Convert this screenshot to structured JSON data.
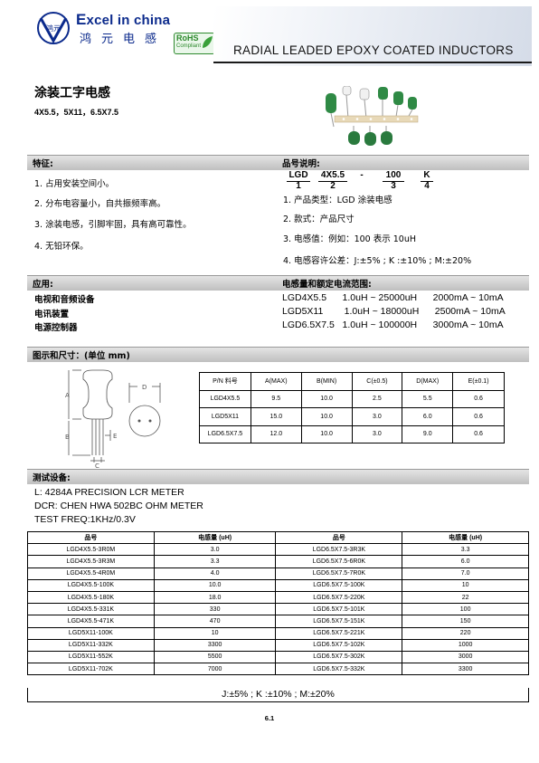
{
  "header": {
    "brand_excel": "E",
    "brand_rest": "xcel in china",
    "brand_cn": "鸿元电感",
    "logo_text": "鸿元",
    "rohs_line1": "RoHS",
    "rohs_line2": "Compliant",
    "title": "RADIAL LEADED EPOXY COATED INDUCTORS"
  },
  "product": {
    "title": "涂装工字电感",
    "sizes": "4X5.5，5X11，6.5X7.5"
  },
  "features": {
    "heading": "特征:",
    "items": [
      "1. 占用安装空间小。",
      "2. 分布电容量小，自共振频率高。",
      "3. 涂装电感，引脚牢固，具有高可靠性。",
      "4. 无铅环保。"
    ]
  },
  "part_number": {
    "heading": "品号说明:",
    "codes": [
      "LGD",
      "4X5.5",
      "-",
      "100",
      "K"
    ],
    "subs": [
      "1",
      "2",
      "3",
      "4"
    ],
    "items": [
      "1. 产品类型：LGD 涂装电感",
      "2. 款式：产品尺寸",
      "3. 电感值：例如：100 表示  10uH",
      "4. 电感容许公差：J:±5% ; K :±10% ; M:±20%"
    ]
  },
  "applications": {
    "heading": "应用:",
    "items": [
      "电视和音频设备",
      "电讯装置",
      "电源控制器"
    ]
  },
  "ranges": {
    "heading": "电感量和额定电流范围:",
    "items": [
      "LGD4X5.5      1.0uH ~ 25000uH      2000mA ~ 10mA",
      "LGD5X11        1.0uH ~ 18000uH      2500mA ~ 10mA",
      "LGD6.5X7.5   1.0uH ~ 100000H      3000mA ~ 10mA"
    ]
  },
  "dimensions": {
    "heading": "图示和尺寸：(单位 mm)",
    "diagram_labels": [
      "A",
      "B",
      "C",
      "D",
      "E"
    ],
    "columns": [
      "P/N  料号",
      "A(MAX)",
      "B(MIN)",
      "C(±0.5)",
      "D(MAX)",
      "E(±0.1)"
    ],
    "rows": [
      [
        "LGD4X5.5",
        "9.5",
        "10.0",
        "2.5",
        "5.5",
        "0.6"
      ],
      [
        "LGD5X11",
        "15.0",
        "10.0",
        "3.0",
        "6.0",
        "0.6"
      ],
      [
        "LGD6.5X7.5",
        "12.0",
        "10.0",
        "3.0",
        "9.0",
        "0.6"
      ]
    ]
  },
  "test": {
    "heading": "测试设备:",
    "lines": [
      "L: 4284A PRECISION LCR METER",
      "DCR: CHEN HWA 502BC OHM METER",
      "TEST FREQ:1KHz/0.3V"
    ]
  },
  "inductance_table": {
    "columns": [
      "品号",
      "电感量  (uH)",
      "品号",
      "电感量  (uH)"
    ],
    "rows": [
      [
        "LGD4X5.5-3R0M",
        "3.0",
        "LGD6.5X7.5-3R3K",
        "3.3"
      ],
      [
        "LGD4X5.5-3R3M",
        "3.3",
        "LGD6.5X7.5-6R0K",
        "6.0"
      ],
      [
        "LGD4X5.5-4R0M",
        "4.0",
        "LGD6.5X7.5-7R0K",
        "7.0"
      ],
      [
        "LGD4X5.5-100K",
        "10.0",
        "LGD6.5X7.5-100K",
        "10"
      ],
      [
        "LGD4X5.5-180K",
        "18.0",
        "LGD6.5X7.5-220K",
        "22"
      ],
      [
        "LGD4X5.5-331K",
        "330",
        "LGD6.5X7.5-101K",
        "100"
      ],
      [
        "LGD4X5.5-471K",
        "470",
        "LGD6.5X7.5-151K",
        "150"
      ],
      [
        "LGD5X11-100K",
        "10",
        "LGD6.5X7.5-221K",
        "220"
      ],
      [
        "LGD5X11-332K",
        "3300",
        "LGD6.5X7.5-102K",
        "1000"
      ],
      [
        "LGD5X11-552K",
        "5500",
        "LGD6.5X7.5-302K",
        "3000"
      ],
      [
        "LGD5X11-702K",
        "7000",
        "LGD6.5X7.5-332K",
        "3300"
      ]
    ],
    "footer": "J:±5% ; K :±10% ; M:±20%"
  },
  "page_number": "6.1",
  "colors": {
    "brand_blue": "#0b2a8c",
    "rohs_green": "#2e8a2e",
    "component_green": "#2f8a45",
    "section_bar": "#cfcfcf"
  }
}
